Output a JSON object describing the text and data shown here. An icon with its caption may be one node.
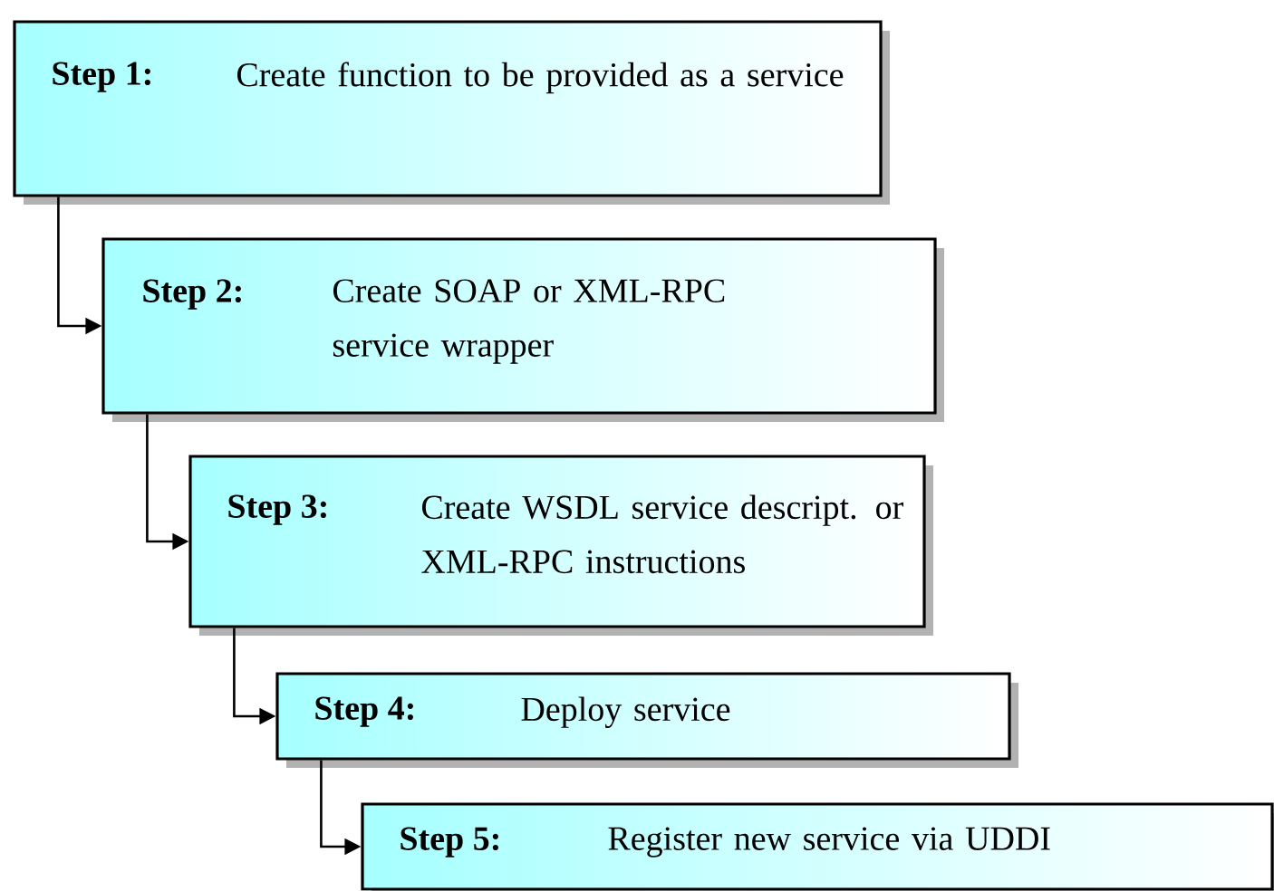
{
  "diagram": {
    "nodes": [
      {
        "text": [
          "Step 1:",
          "Create function to be provided as a service"
        ]
      },
      {
        "text": [
          "Step 2:",
          "Create SOAP or XML-RPC service wrapper"
        ]
      },
      {
        "text": [
          "Step 3:",
          "Create WSDL service descript. or XML-RPC instructions"
        ]
      },
      {
        "text": [
          "Step 4:",
          "Deploy service"
        ]
      },
      {
        "text": [
          "Step 5:",
          "Register new service via UDDI"
        ]
      }
    ],
    "edges": [
      {
        "from": 0,
        "to": 1,
        "arrow": "to"
      },
      {
        "from": 1,
        "to": 2,
        "arrow": "to"
      },
      {
        "from": 2,
        "to": 3,
        "arrow": "to"
      },
      {
        "from": 3,
        "to": 4,
        "arrow": "to"
      }
    ]
  }
}
